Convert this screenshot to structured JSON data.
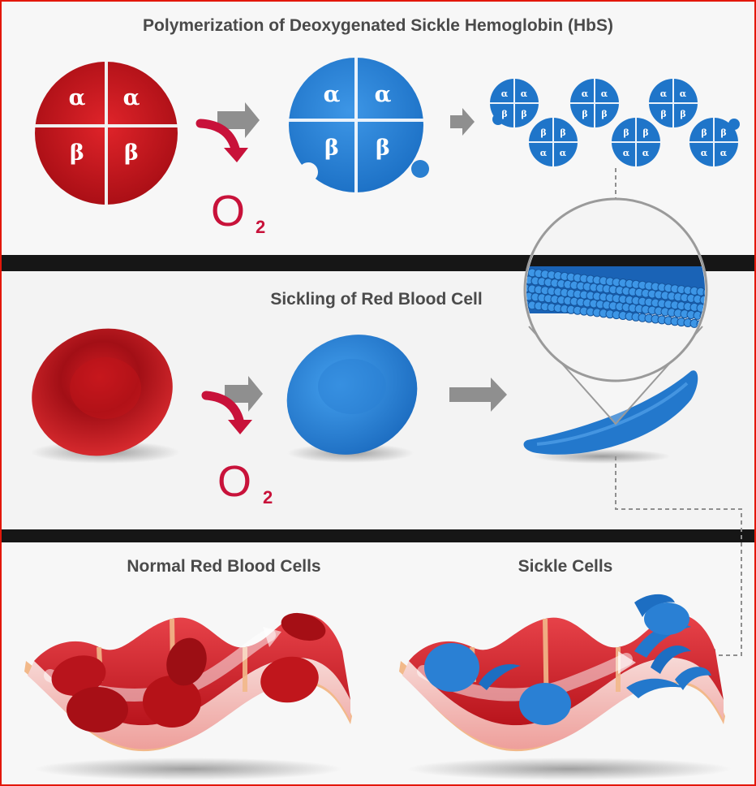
{
  "panels": {
    "polymerization_title": "Polymerization of Deoxygenated Sickle Hemoglobin (HbS)",
    "sickling_title": "Sickling of Red Blood Cell",
    "normal_cells_title": "Normal Red Blood Cells",
    "sickle_cells_title": "Sickle Cells"
  },
  "subunits": {
    "alpha": "α",
    "beta": "β"
  },
  "oxygen": {
    "symbol": "O",
    "subscript": "2"
  },
  "colors": {
    "oxygenated": "#c4161c",
    "deoxygenated": "#2f86d6",
    "arrow": "#8f8f8f",
    "divider": "#161616",
    "border": "#e3170a"
  }
}
